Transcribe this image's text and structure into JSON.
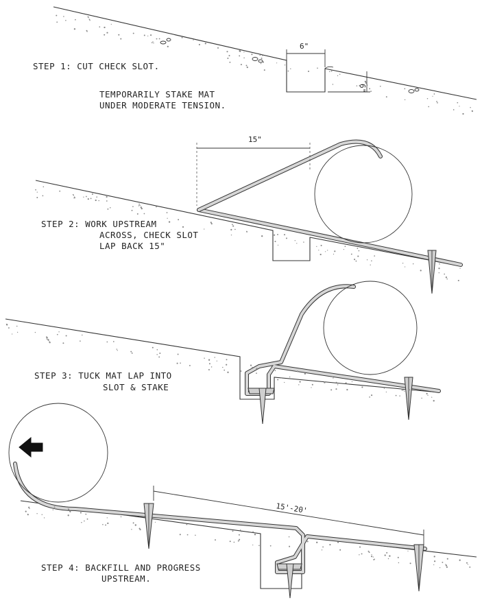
{
  "steps": {
    "step1": {
      "label": "STEP 1: CUT CHECK SLOT.",
      "note_line1": "TEMPORARILY STAKE MAT",
      "note_line2": "UNDER MODERATE TENSION.",
      "dim_width": "6\"",
      "dim_depth": "6\""
    },
    "step2": {
      "label_line1": "STEP 2: WORK UPSTREAM",
      "label_line2": "ACROSS, CHECK SLOT",
      "label_line3": "LAP BACK 15\"",
      "dim_lap": "15\""
    },
    "step3": {
      "label_line1": "STEP 3: TUCK MAT LAP INTO",
      "label_line2": "SLOT & STAKE"
    },
    "step4": {
      "label_line1": "STEP 4: BACKFILL AND PROGRESS",
      "label_line2": "UPSTREAM.",
      "dim_spacing": "15'-20'"
    }
  }
}
